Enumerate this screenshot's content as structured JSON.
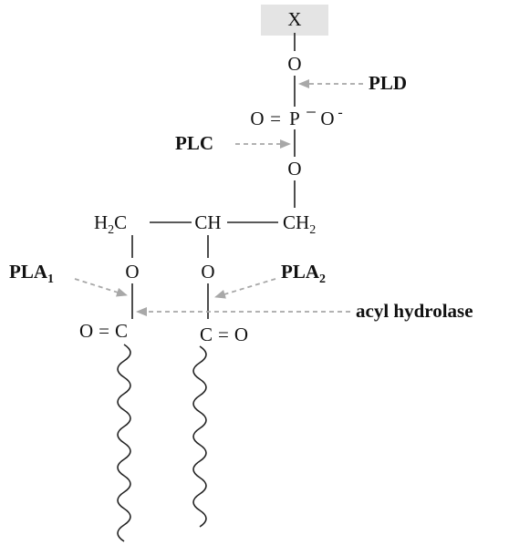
{
  "molecule": {
    "head_group": "X",
    "phosphate_o_top": "O",
    "phosphate": {
      "o_double": "O",
      "eq": "=",
      "p": "P",
      "charge": "−",
      "o_minus": "O",
      "o_minus_charge": "-"
    },
    "phosphate_o_bottom": "O",
    "glycerol": {
      "c1": {
        "h": "H",
        "sub": "2",
        "c": "C"
      },
      "c2": "CH",
      "c3": {
        "ch": "CH",
        "sub": "2"
      }
    },
    "ester_o1": "O",
    "ester_o2": "O",
    "carbonyl1": {
      "o": "O",
      "eq": "=",
      "c": "C"
    },
    "carbonyl2": {
      "c": "C",
      "eq": "=",
      "o": "O"
    }
  },
  "enzymes": {
    "pld": "PLD",
    "plc": "PLC",
    "pla1": {
      "base": "PLA",
      "sub": "1"
    },
    "pla2": {
      "base": "PLA",
      "sub": "2"
    },
    "acyl_hydrolase": "acyl hydrolase"
  },
  "colors": {
    "head_group_box": "#e4e4e4",
    "arrow": "#a8a8a8",
    "ink": "#111111"
  }
}
